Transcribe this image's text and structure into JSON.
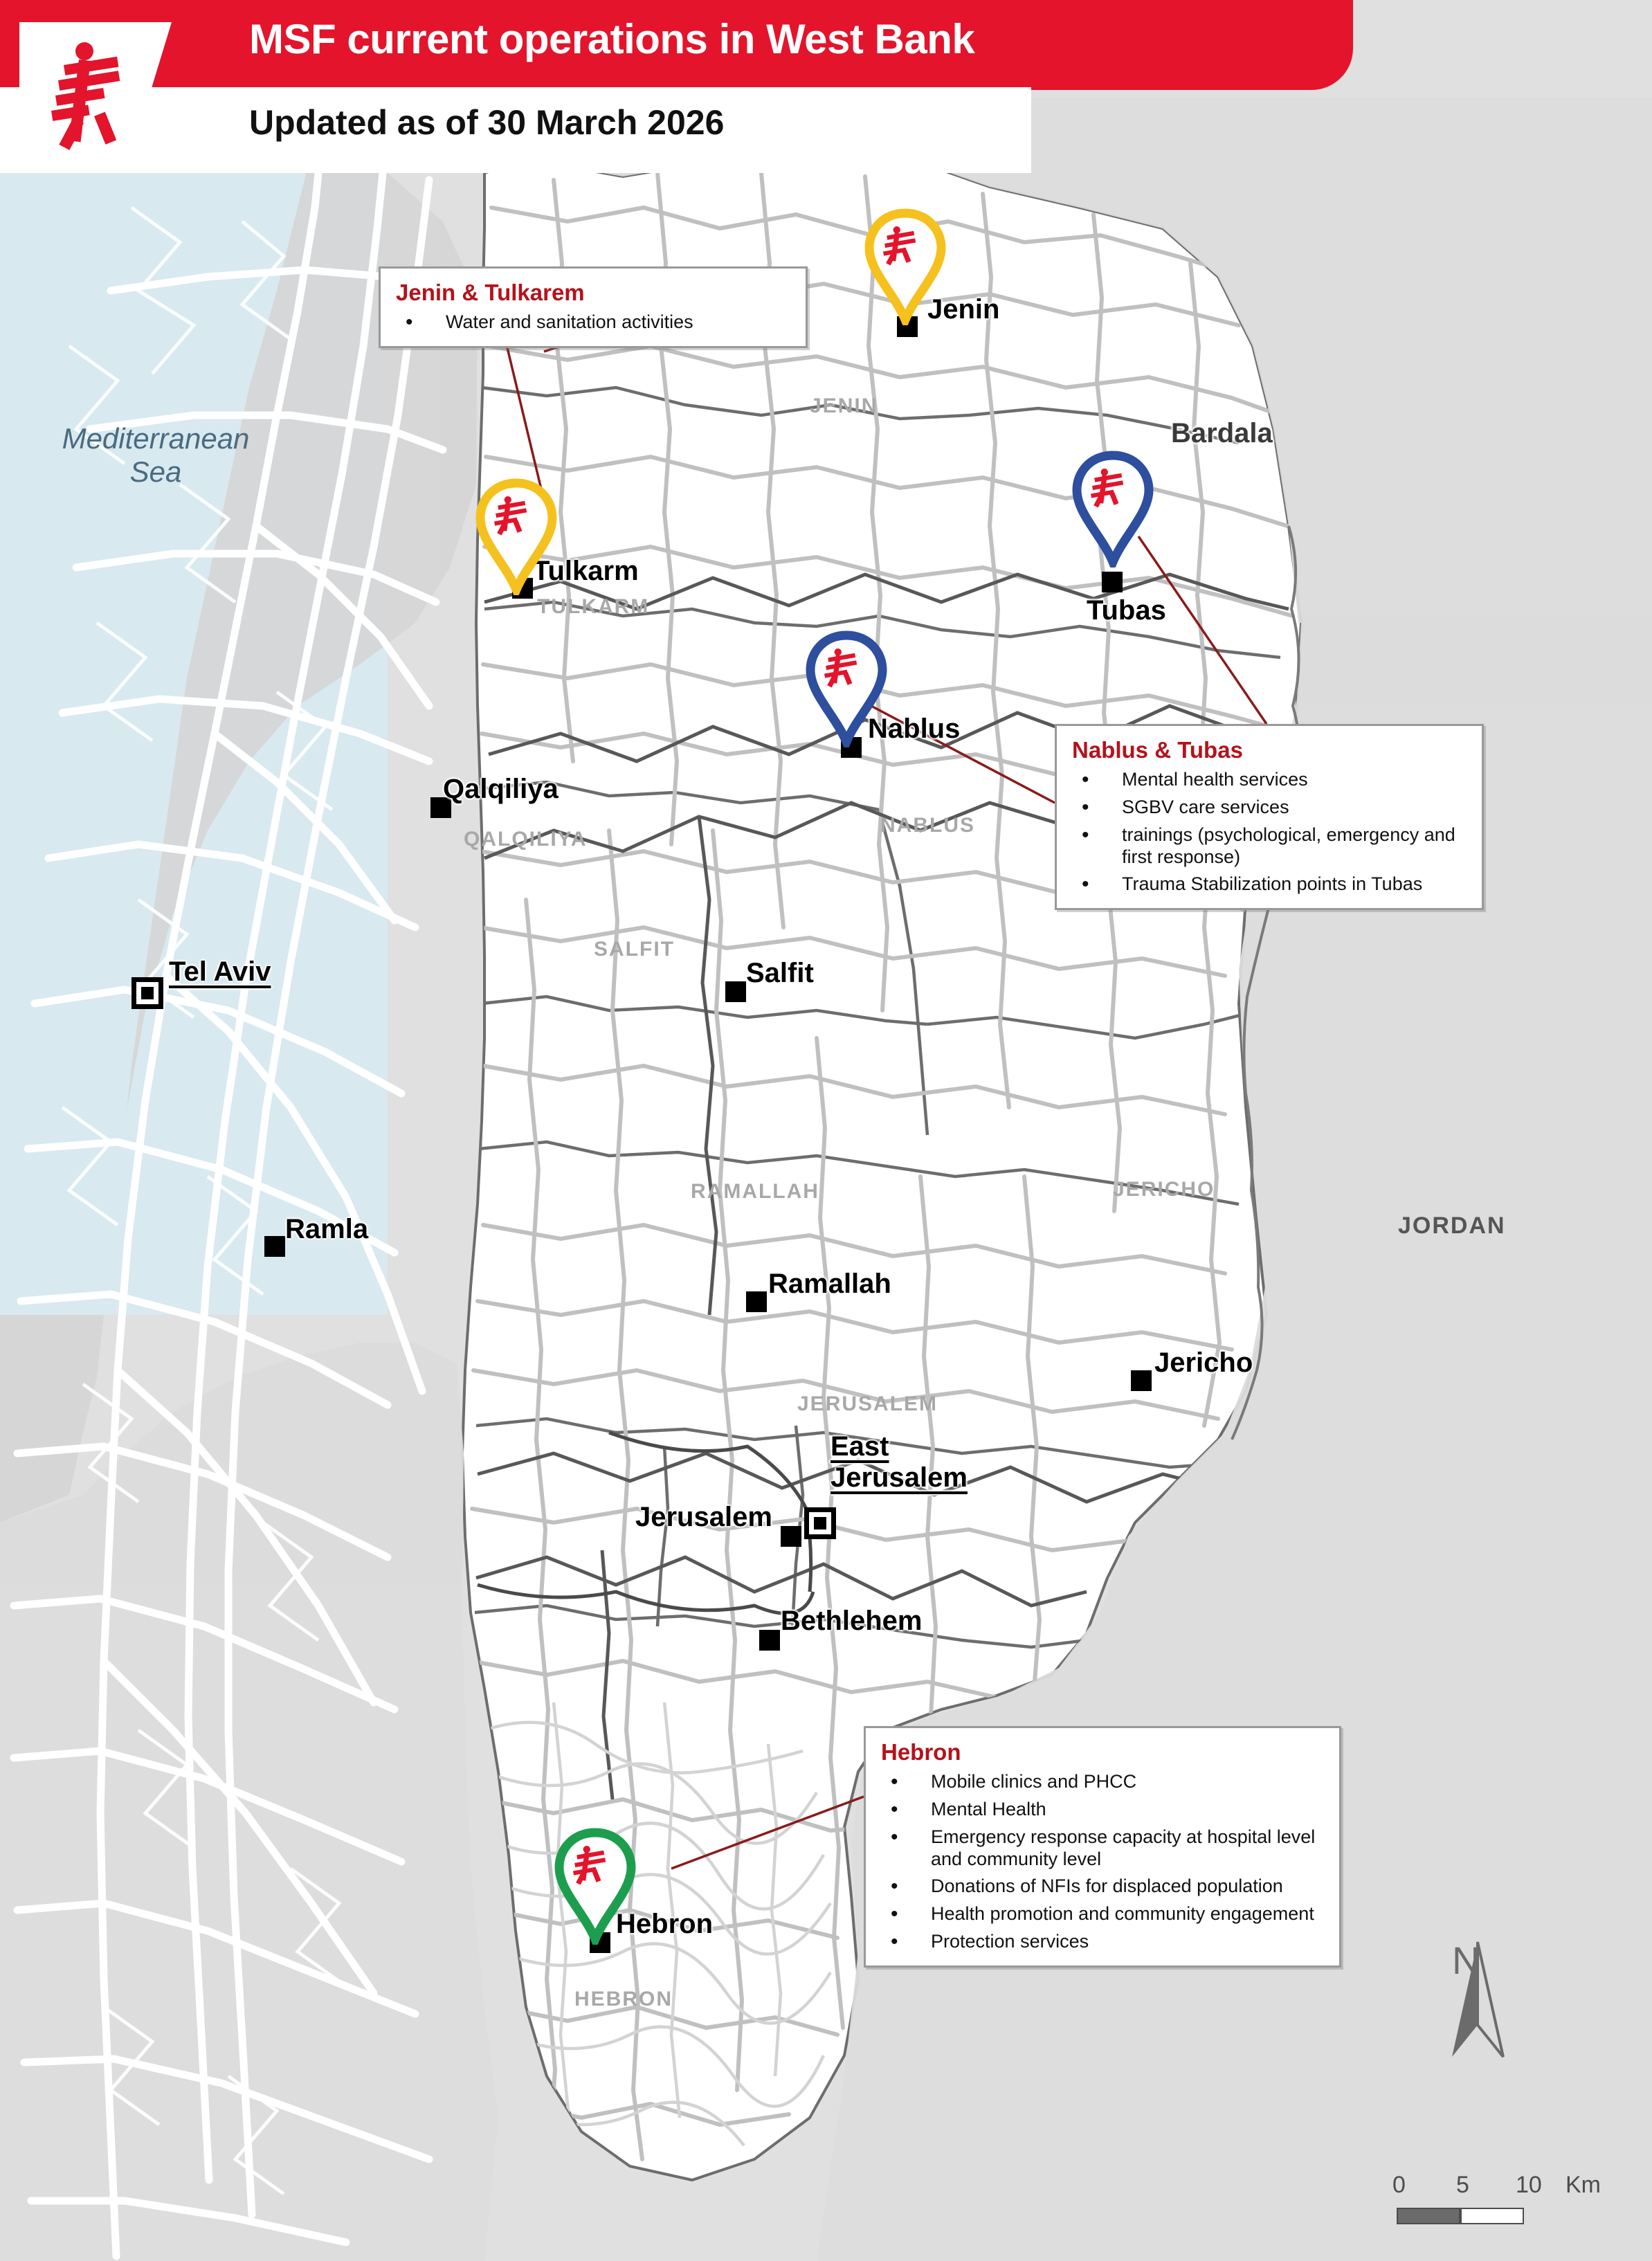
{
  "header": {
    "title": "MSF current operations in West Bank",
    "subtitle": "Updated as of 30 March 2026",
    "logo_name": "msf-logo",
    "band_color": "#e3142b"
  },
  "callouts": [
    {
      "id": "jenin",
      "title": "Jenin & Tulkarem",
      "items": [
        "Water and sanitation activities"
      ]
    },
    {
      "id": "nablus",
      "title": "Nablus & Tubas",
      "items": [
        "Mental health services",
        "SGBV care services",
        "trainings (psychological, emergency and first response)",
        "Trauma Stabilization points in Tubas"
      ]
    },
    {
      "id": "hebron",
      "title": "Hebron",
      "items": [
        "Mobile clinics and PHCC",
        "Mental Health",
        "Emergency response capacity at hospital level and community level",
        "Donations of NFIs for displaced population",
        "Health promotion and community engagement",
        "Protection services"
      ]
    }
  ],
  "pins": [
    {
      "city": "Jenin",
      "color": "#f5c11e"
    },
    {
      "city": "Tulkarm",
      "color": "#f5c11e"
    },
    {
      "city": "Tubas",
      "color": "#2e4e9e"
    },
    {
      "city": "Nablus",
      "color": "#2e4e9e"
    },
    {
      "city": "Hebron",
      "color": "#1c9e4e"
    }
  ],
  "cities": [
    {
      "name": "Jenin",
      "type": "city"
    },
    {
      "name": "Bardala",
      "type": "place"
    },
    {
      "name": "Tulkarm",
      "type": "city"
    },
    {
      "name": "Tubas",
      "type": "city"
    },
    {
      "name": "Nablus",
      "type": "city"
    },
    {
      "name": "Qalqiliya",
      "type": "city"
    },
    {
      "name": "Salfit",
      "type": "city"
    },
    {
      "name": "Tel Aviv",
      "type": "capital"
    },
    {
      "name": "Ramla",
      "type": "city"
    },
    {
      "name": "Ramallah",
      "type": "city"
    },
    {
      "name": "Jericho",
      "type": "city"
    },
    {
      "name": "Jerusalem",
      "type": "city"
    },
    {
      "name": "East Jerusalem",
      "type": "capital"
    },
    {
      "name": "Bethlehem",
      "type": "city"
    }
  ],
  "districts": [
    "JENIN",
    "TULKARM",
    "NABLUS",
    "QALQILIYA",
    "SALFIT",
    "RAMALLAH",
    "JERICHO",
    "JERUSALEM",
    "HEBRON"
  ],
  "country_label": "JORDAN",
  "sea_label": {
    "line1": "Mediterranean",
    "line2": "Sea"
  },
  "legend": {
    "north_label": "N",
    "scale": {
      "ticks": [
        "0",
        "5",
        "10"
      ],
      "unit": "Km"
    }
  }
}
